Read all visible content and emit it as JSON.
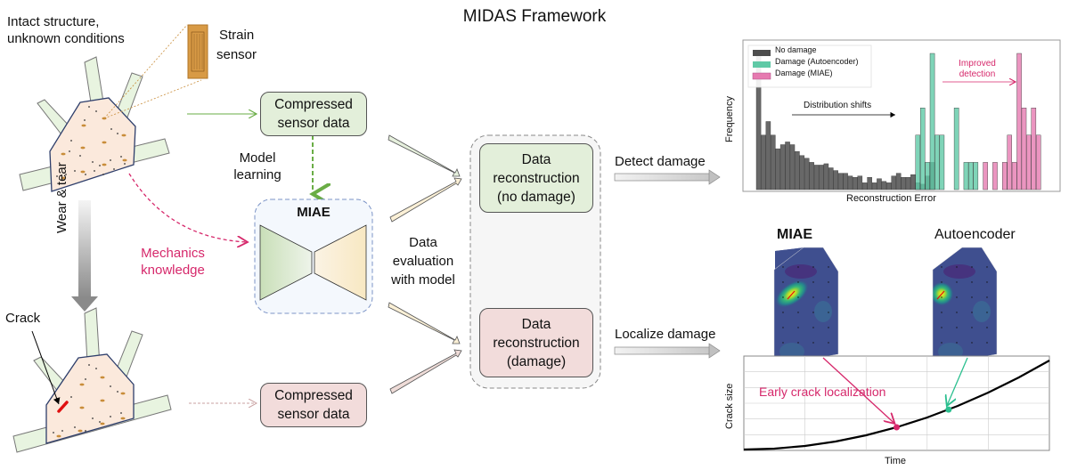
{
  "title": "MIDAS Framework",
  "left": {
    "intact_label_line1": "Intact structure,",
    "intact_label_line2": "unknown conditions",
    "strain_line1": "Strain",
    "strain_line2": "sensor",
    "wear_label": "Wear & tear",
    "crack_label": "Crack"
  },
  "middle": {
    "compressed_top_line1": "Compressed",
    "compressed_top_line2": "sensor data",
    "compressed_bottom_line1": "Compressed",
    "compressed_bottom_line2": "sensor data",
    "model_learning_line1": "Model",
    "model_learning_line2": "learning",
    "mechanics_line1": "Mechanics",
    "mechanics_line2": "knowledge",
    "miae_label": "MIAE",
    "eval_line1": "Data",
    "eval_line2": "evaluation",
    "eval_line3": "with model",
    "recon_nodamage_line1": "Data",
    "recon_nodamage_line2": "reconstruction",
    "recon_nodamage_line3": "(no damage)",
    "recon_damage_line1": "Data",
    "recon_damage_line2": "reconstruction",
    "recon_damage_line3": "(damage)",
    "detect_label": "Detect damage",
    "localize_label": "Localize damage"
  },
  "heatmaps": {
    "left_title": "MIAE",
    "right_title": "Autoencoder"
  },
  "colors": {
    "no_damage": "#4d4d4d",
    "autoencoder": "#5fc9a6",
    "miae": "#e67ab0",
    "accent_pink": "#d6286b",
    "accent_green": "#2bbf8f"
  },
  "chart_data": [
    {
      "type": "bar",
      "title": "",
      "xlabel": "Reconstruction Error",
      "ylabel": "Frequency",
      "legend": [
        "No damage",
        "Damage (Autoencoder)",
        "Damage (MIAE)"
      ],
      "legend_position": "top-left",
      "annotations": [
        "Distribution shifts",
        "Improved detection"
      ],
      "bins": 60,
      "series": [
        {
          "name": "No damage",
          "start_bin": 0,
          "values": [
            10,
            4,
            5,
            4,
            3,
            3.3,
            3.5,
            3.3,
            2.8,
            2.5,
            2.3,
            2,
            1.8,
            1.8,
            1.9,
            1.6,
            1.4,
            1.2,
            1.2,
            1,
            0.9,
            1,
            0.5,
            0.9,
            0.5,
            0.8,
            0.6,
            0.5,
            1,
            1.2,
            0.9,
            0.9,
            1.1,
            0.5,
            0.4,
            1,
            2
          ]
        },
        {
          "name": "Damage (Autoencoder)",
          "start_bin": 33,
          "values": [
            4,
            6,
            2,
            10,
            4,
            4,
            0,
            0,
            6,
            0,
            2,
            2,
            2
          ]
        },
        {
          "name": "Damage (MIAE)",
          "start_bin": 43,
          "values": [
            0,
            0,
            0,
            0,
            2,
            0,
            2,
            0,
            2,
            4,
            2,
            10,
            6,
            4,
            6,
            4
          ]
        }
      ]
    },
    {
      "type": "line",
      "title": "",
      "xlabel": "Time",
      "ylabel": "Crack size",
      "grid": true,
      "x": [
        0,
        0.1,
        0.2,
        0.3,
        0.4,
        0.5,
        0.6,
        0.7,
        0.8,
        0.9,
        1.0
      ],
      "y": [
        0,
        0.01,
        0.04,
        0.09,
        0.16,
        0.25,
        0.36,
        0.49,
        0.64,
        0.81,
        1.0
      ],
      "markers": [
        {
          "label": "MIAE detection",
          "x": 0.5,
          "color": "#d6286b"
        },
        {
          "label": "Autoencoder detection",
          "x": 0.67,
          "color": "#2bbf8f"
        }
      ],
      "annotation": "Early crack localization"
    }
  ]
}
